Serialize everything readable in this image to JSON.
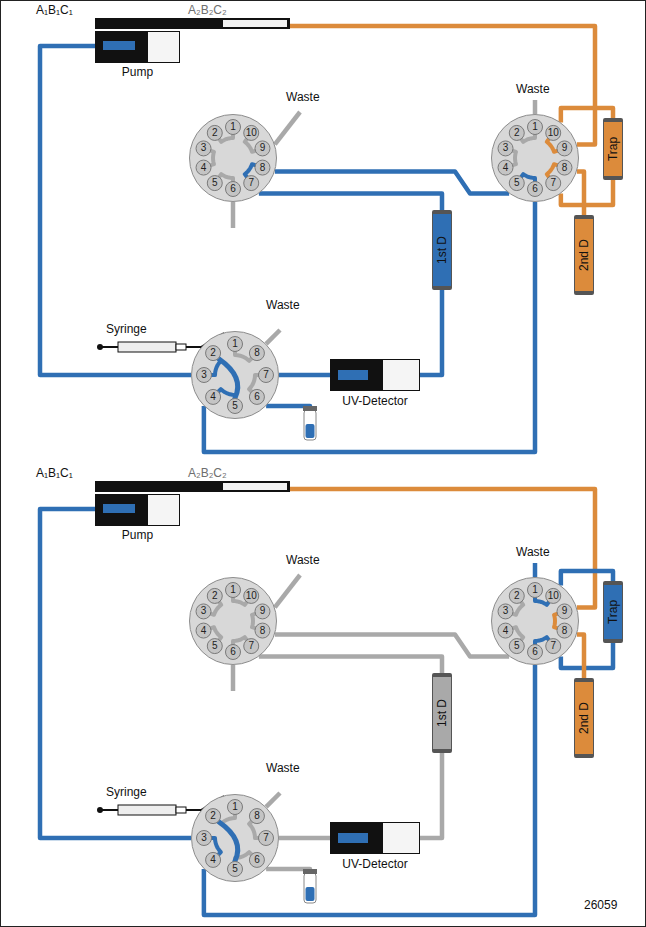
{
  "diagram": {
    "nodes": [
      {
        "text": [
          "Pump"
        ]
      },
      {
        "text": [
          "1",
          "2",
          "3",
          "4",
          "5",
          "6",
          "7",
          "8",
          "9",
          "10"
        ]
      },
      {
        "text": [
          "1",
          "2",
          "3",
          "4",
          "5",
          "6",
          "7",
          "8",
          "9",
          "10"
        ]
      },
      {
        "text": [
          "Trap"
        ]
      },
      {
        "text": [
          "2nd D"
        ]
      },
      {
        "text": [
          "1st D"
        ]
      },
      {
        "text": [
          "1",
          "2",
          "3",
          "4",
          "5",
          "6",
          "7",
          "8"
        ]
      },
      {
        "text": [
          "UV-Detector"
        ]
      },
      {
        "text": [
          "Pump"
        ]
      },
      {
        "text": [
          "1",
          "2",
          "3",
          "4",
          "5",
          "6",
          "7",
          "8",
          "9",
          "10"
        ]
      },
      {
        "text": [
          "1",
          "2",
          "3",
          "4",
          "5",
          "6",
          "7",
          "8",
          "9",
          "10"
        ]
      },
      {
        "text": [
          "Trap"
        ]
      },
      {
        "text": [
          "2nd D"
        ]
      },
      {
        "text": [
          "1st D"
        ]
      },
      {
        "text": [
          "1",
          "2",
          "3",
          "4",
          "5",
          "6",
          "7",
          "8"
        ]
      },
      {
        "text": [
          "UV-Detector"
        ]
      }
    ],
    "edges": [
      {
        "from": 0,
        "to": 6,
        "arrow": "none"
      },
      {
        "from": 0,
        "to": 2,
        "arrow": "none"
      },
      {
        "from": 1,
        "to": 2,
        "arrow": "none"
      },
      {
        "from": 1,
        "to": 5,
        "arrow": "none"
      },
      {
        "from": 5,
        "to": 7,
        "arrow": "none"
      },
      {
        "from": 7,
        "to": 6,
        "arrow": "none"
      },
      {
        "from": 6,
        "to": 2,
        "arrow": "none"
      },
      {
        "from": 2,
        "to": 3,
        "arrow": "none"
      },
      {
        "from": 3,
        "to": 2,
        "arrow": "none"
      },
      {
        "from": 2,
        "to": 4,
        "arrow": "none"
      },
      {
        "from": 8,
        "to": 14,
        "arrow": "none"
      },
      {
        "from": 8,
        "to": 10,
        "arrow": "none"
      },
      {
        "from": 9,
        "to": 10,
        "arrow": "none"
      },
      {
        "from": 9,
        "to": 13,
        "arrow": "none"
      },
      {
        "from": 13,
        "to": 15,
        "arrow": "none"
      },
      {
        "from": 15,
        "to": 14,
        "arrow": "none"
      },
      {
        "from": 14,
        "to": 10,
        "arrow": "none"
      },
      {
        "from": 10,
        "to": 11,
        "arrow": "none"
      },
      {
        "from": 11,
        "to": 10,
        "arrow": "none"
      },
      {
        "from": 10,
        "to": 12,
        "arrow": "none"
      }
    ],
    "labels": [
      "A₁B₁C₁",
      "A₂B₂C₂",
      "Waste",
      "Waste",
      "Syringe",
      "Waste",
      "A₁B₁C₁",
      "A₂B₂C₂",
      "Waste",
      "Waste",
      "Syringe",
      "Waste",
      "26059"
    ]
  }
}
